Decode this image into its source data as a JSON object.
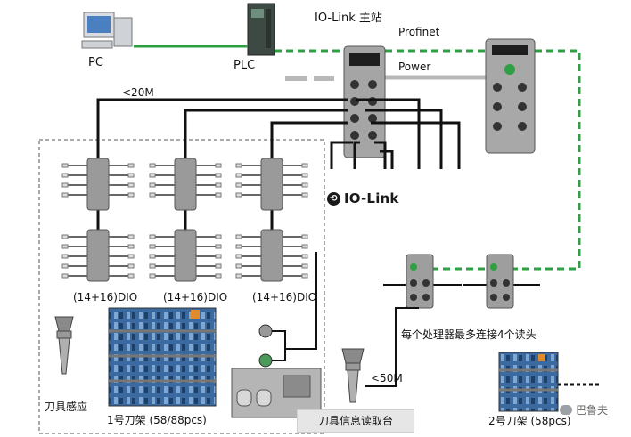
{
  "labels": {
    "pc": "PC",
    "plc": "PLC",
    "master": "IO-Link 主站",
    "profinet": "Profinet",
    "power": "Power",
    "cable20": "<20M",
    "iolink": "IO-Link",
    "dio": [
      "(14+16)DIO",
      "(14+16)DIO",
      "(14+16)DIO"
    ],
    "processor": "每个处理器最多连接4个读头",
    "cable50": "<50M",
    "tool_sense": "刀具感应",
    "rack1": "1号刀架 (58/88pcs)",
    "read_station": "刀具信息读取台",
    "rack2": "2号刀架 (58pcs)",
    "watermark": "巴鲁夫"
  },
  "colors": {
    "profinet": "#2ea043",
    "power": "#b8b8b8",
    "cable": "#111111",
    "dashed_box": "#555555",
    "module": "#9a9a9a"
  }
}
